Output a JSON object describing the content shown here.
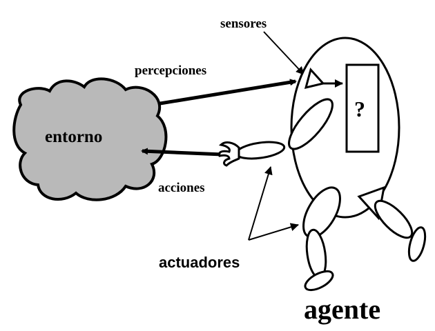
{
  "labels": {
    "sensores": "sensores",
    "percepciones": "percepciones",
    "entorno": "entorno",
    "acciones": "acciones",
    "actuadores": "actuadores",
    "agente": "agente",
    "unknown": "?"
  },
  "colors": {
    "cloud_fill": "#b9b9b9",
    "stroke": "#000000",
    "background": "#ffffff"
  }
}
